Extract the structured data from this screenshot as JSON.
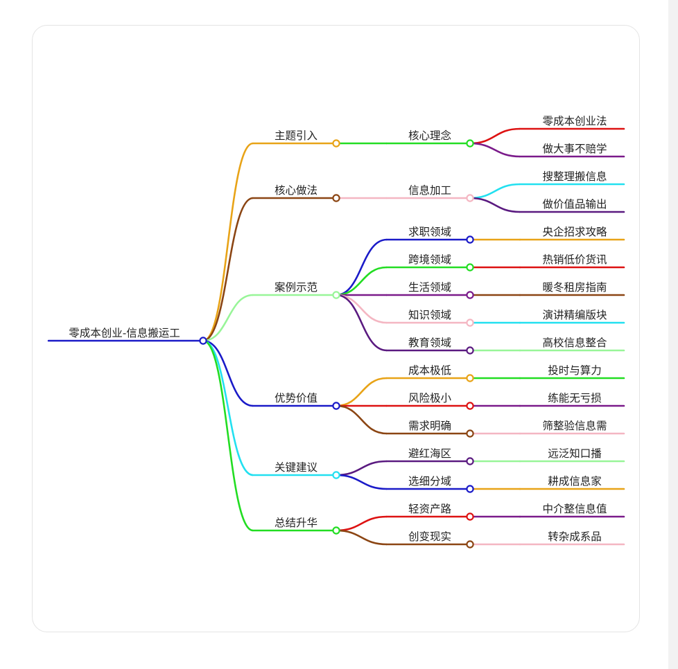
{
  "root": {
    "label": "零成本创业-信息搬运工",
    "color": "#1a1ac8"
  },
  "branches": [
    {
      "label": "主题引入",
      "color": "#e8a317",
      "children": [
        {
          "label": "核心理念",
          "color": "#22dd22",
          "leaves": [
            {
              "label": "零成本创业法",
              "color": "#dd1111"
            },
            {
              "label": "做大事不赔学",
              "color": "#7a1a8a"
            }
          ]
        }
      ]
    },
    {
      "label": "核心做法",
      "color": "#8b4513",
      "children": [
        {
          "label": "信息加工",
          "color": "#f4b6c2",
          "leaves": [
            {
              "label": "搜整理搬信息",
              "color": "#22e0f0"
            },
            {
              "label": "做价值品输出",
              "color": "#5a1a80"
            }
          ]
        }
      ]
    },
    {
      "label": "案例示范",
      "color": "#98f598",
      "children": [
        {
          "label": "求职领域",
          "color": "#1a1ac8",
          "leaves": [
            {
              "label": "央企招求攻略",
              "color": "#e8a317"
            }
          ]
        },
        {
          "label": "跨境领域",
          "color": "#22dd22",
          "leaves": [
            {
              "label": "热销低价货讯",
              "color": "#dd1111"
            }
          ]
        },
        {
          "label": "生活领域",
          "color": "#7a1a8a",
          "leaves": [
            {
              "label": "暖冬租房指南",
              "color": "#8b4513"
            }
          ]
        },
        {
          "label": "知识领域",
          "color": "#f4b6c2",
          "leaves": [
            {
              "label": "演讲精编版块",
              "color": "#22e0f0"
            }
          ]
        },
        {
          "label": "教育领域",
          "color": "#5a1a80",
          "leaves": [
            {
              "label": "高校信息整合",
              "color": "#98f598"
            }
          ]
        }
      ]
    },
    {
      "label": "优势价值",
      "color": "#1a1ac8",
      "children": [
        {
          "label": "成本极低",
          "color": "#e8a317",
          "leaves": [
            {
              "label": "投时与算力",
              "color": "#22dd22"
            }
          ]
        },
        {
          "label": "风险极小",
          "color": "#dd1111",
          "leaves": [
            {
              "label": "练能无亏损",
              "color": "#7a1a8a"
            }
          ]
        },
        {
          "label": "需求明确",
          "color": "#8b4513",
          "leaves": [
            {
              "label": "筛整验信息需",
              "color": "#f4b6c2"
            }
          ]
        }
      ]
    },
    {
      "label": "关键建议",
      "color": "#22e0f0",
      "children": [
        {
          "label": "避红海区",
          "color": "#5a1a80",
          "leaves": [
            {
              "label": "远泛知口播",
              "color": "#98f598"
            }
          ]
        },
        {
          "label": "选细分域",
          "color": "#1a1ac8",
          "leaves": [
            {
              "label": "耕成信息家",
              "color": "#e8a317"
            }
          ]
        }
      ]
    },
    {
      "label": "总结升华",
      "color": "#22dd22",
      "children": [
        {
          "label": "轻资产路",
          "color": "#dd1111",
          "leaves": [
            {
              "label": "中介整信息值",
              "color": "#7a1a8a"
            }
          ]
        },
        {
          "label": "创变现实",
          "color": "#8b4513",
          "leaves": [
            {
              "label": "转杂成系品",
              "color": "#f4b6c2"
            }
          ]
        }
      ]
    }
  ]
}
